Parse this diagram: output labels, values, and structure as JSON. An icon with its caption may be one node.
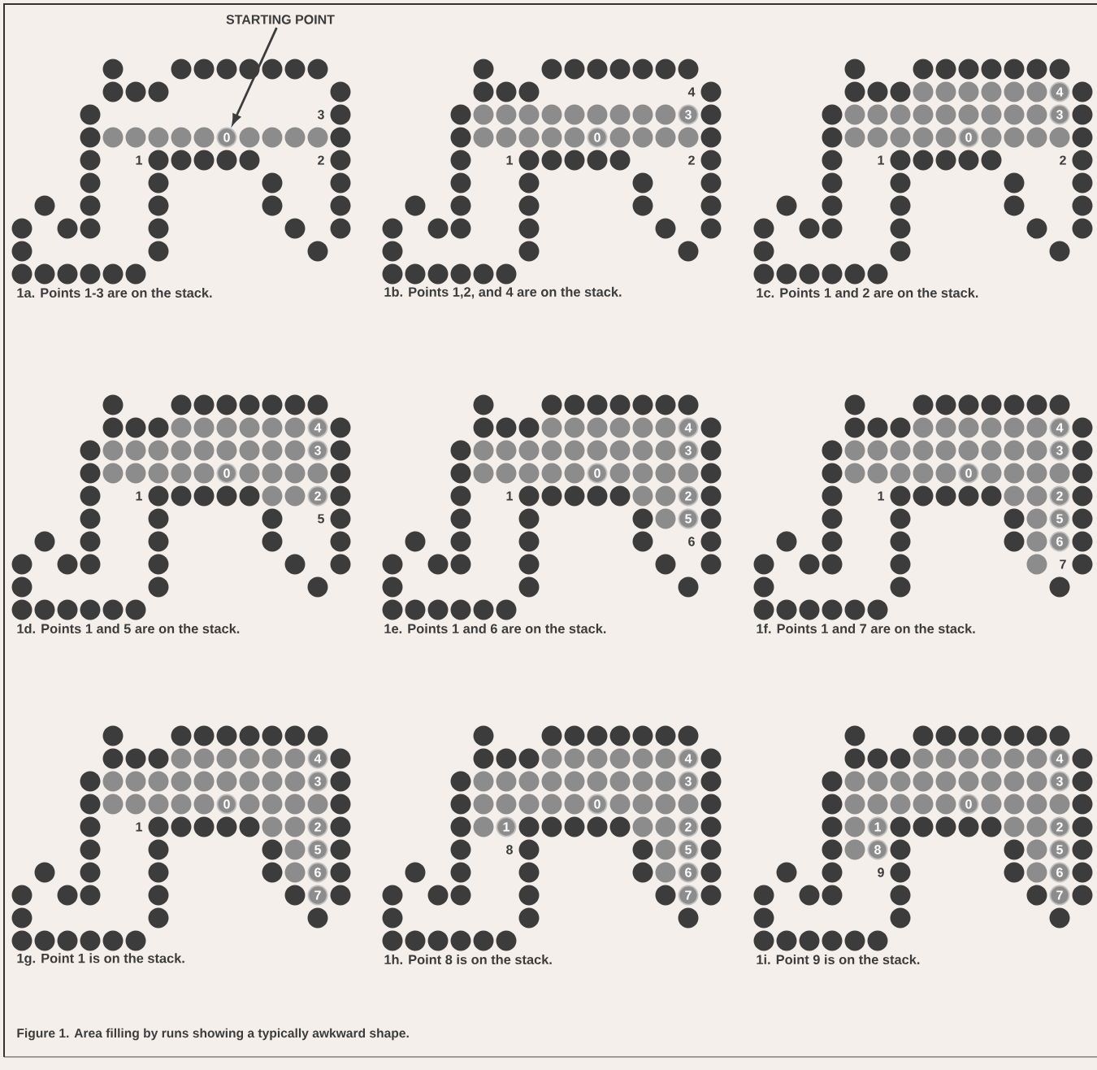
{
  "diagram": {
    "caption": "Figure 1. Area filling by runs showing a typically awkward shape.",
    "nodes": [
      {
        "text": [
          "STARTING POINT"
        ]
      },
      {
        "text": [
          "0"
        ]
      },
      {
        "text": [
          "3"
        ]
      },
      {
        "text": [
          "0"
        ]
      },
      {
        "text": [
          "4"
        ]
      },
      {
        "text": [
          "3"
        ]
      },
      {
        "text": [
          "0"
        ]
      },
      {
        "text": [
          "4"
        ]
      },
      {
        "text": [
          "3"
        ]
      },
      {
        "text": [
          "0"
        ]
      },
      {
        "text": [
          "2"
        ]
      },
      {
        "text": [
          "4"
        ]
      },
      {
        "text": [
          "3"
        ]
      },
      {
        "text": [
          "0"
        ]
      },
      {
        "text": [
          "2"
        ]
      },
      {
        "text": [
          "5"
        ]
      },
      {
        "text": [
          "4"
        ]
      },
      {
        "text": [
          "3"
        ]
      },
      {
        "text": [
          "0"
        ]
      },
      {
        "text": [
          "2"
        ]
      },
      {
        "text": [
          "5"
        ]
      },
      {
        "text": [
          "6"
        ]
      },
      {
        "text": [
          "4"
        ]
      },
      {
        "text": [
          "3"
        ]
      },
      {
        "text": [
          "0"
        ]
      },
      {
        "text": [
          "2"
        ]
      },
      {
        "text": [
          "5"
        ]
      },
      {
        "text": [
          "6"
        ]
      },
      {
        "text": [
          "7"
        ]
      },
      {
        "text": [
          "4"
        ]
      },
      {
        "text": [
          "3"
        ]
      },
      {
        "text": [
          "0"
        ]
      },
      {
        "text": [
          "1"
        ]
      },
      {
        "text": [
          "2"
        ]
      },
      {
        "text": [
          "5"
        ]
      },
      {
        "text": [
          "6"
        ]
      },
      {
        "text": [
          "7"
        ]
      },
      {
        "text": [
          "4"
        ]
      },
      {
        "text": [
          "3"
        ]
      },
      {
        "text": [
          "0"
        ]
      },
      {
        "text": [
          "1"
        ]
      },
      {
        "text": [
          "2"
        ]
      },
      {
        "text": [
          "8"
        ]
      },
      {
        "text": [
          "5"
        ]
      },
      {
        "text": [
          "6"
        ]
      },
      {
        "text": [
          "7"
        ]
      }
    ],
    "edges": [
      {
        "from": 0,
        "to": 1,
        "arrow": "to"
      }
    ],
    "labels": [
      "3",
      "1",
      "2",
      "1a. Points 1-3 are on the stack.",
      "4",
      "1",
      "2",
      "1b. Points 1,2, and 4 are on the stack.",
      "1",
      "2",
      "1c. Points 1 and 2 are on the stack.",
      "1",
      "5",
      "1d. Points 1 and 5 are on the stack.",
      "1",
      "6",
      "1e. Points 1 and 6 are on the stack.",
      "1",
      "7",
      "1f. Points 1 and 7 are on the stack.",
      "1",
      "1g. Point 1 is on the stack.",
      "8",
      "1h. Point 8 is on the stack.",
      "9",
      "1i. Point 9 is on the stack."
    ]
  }
}
